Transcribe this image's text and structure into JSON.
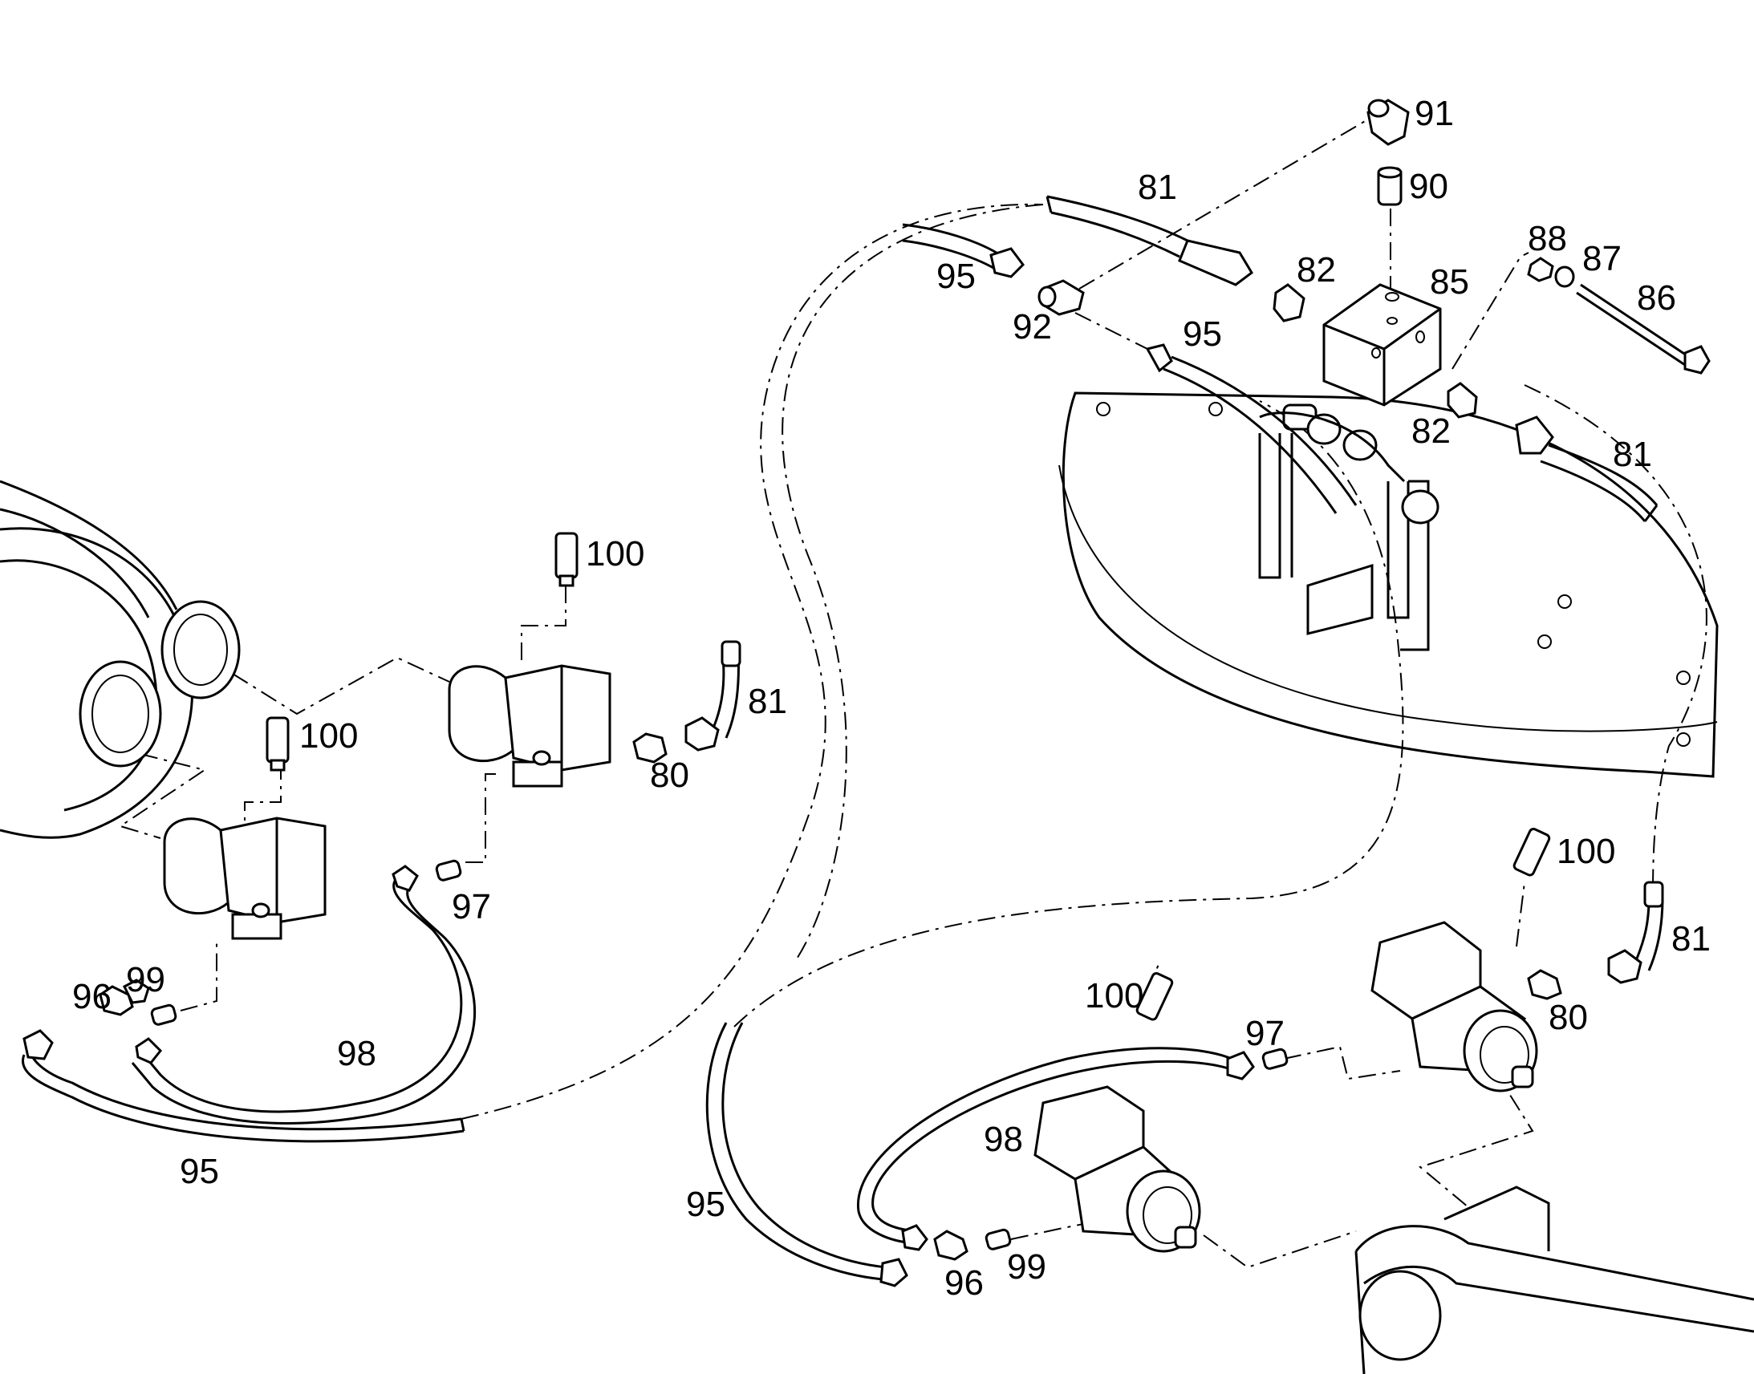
{
  "diagram": {
    "labels": {
      "l91": "91",
      "l90": "90",
      "l81a": "81",
      "l82a": "82",
      "l85": "85",
      "l88": "88",
      "l87": "87",
      "l86": "86",
      "l95a": "95",
      "l92": "92",
      "l95b": "95",
      "l82b": "82",
      "l81b": "81",
      "l100a": "100",
      "l100b": "100",
      "l81c": "81",
      "l80a": "80",
      "l97a": "97",
      "l99a": "99",
      "l96a": "96",
      "l98a": "98",
      "l95c": "95",
      "l100c": "100",
      "l81d": "81",
      "l100d": "100",
      "l80b": "80",
      "l97b": "97",
      "l98b": "98",
      "l95d": "95",
      "l96b": "96",
      "l99b": "99"
    }
  }
}
